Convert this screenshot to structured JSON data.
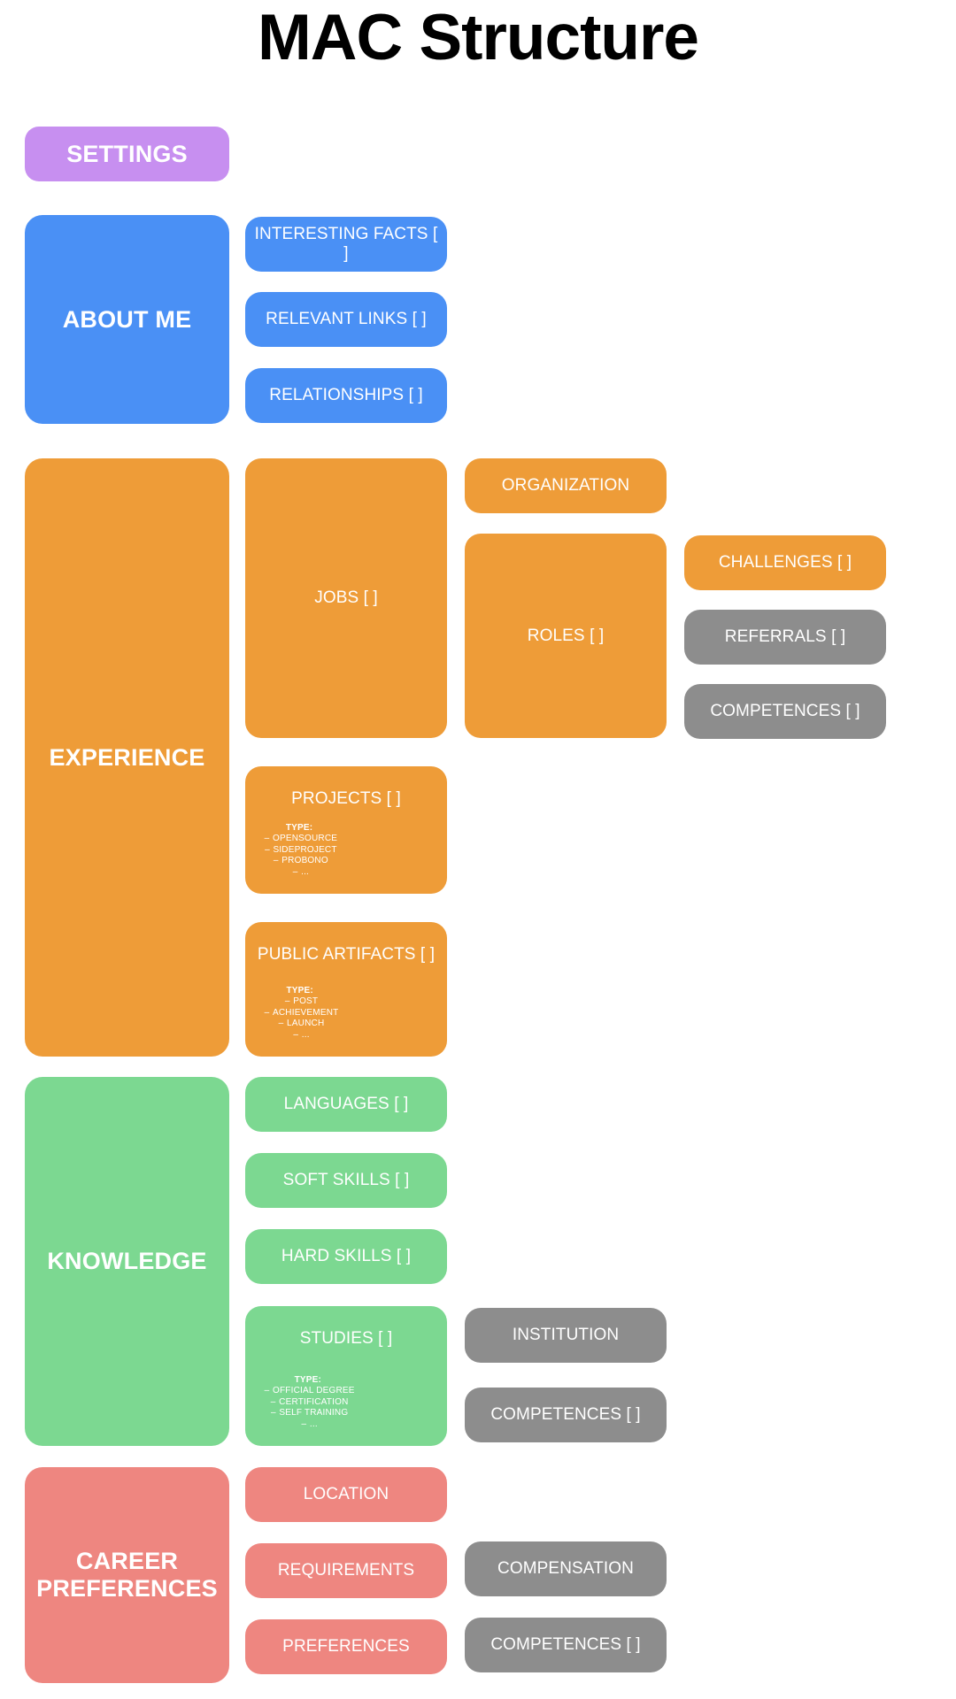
{
  "title": "MAC Structure",
  "colors": {
    "purple": "#c78ff0",
    "blue": "#4a90f5",
    "orange": "#ee9c38",
    "green": "#7cd891",
    "red": "#ee8680",
    "gray": "#8d8d8d",
    "background": "#ffffff",
    "title_text": "#000000",
    "node_text": "#ffffff"
  },
  "sections": {
    "settings": {
      "label": "SETTINGS"
    },
    "about_me": {
      "label": "ABOUT ME",
      "children": [
        {
          "label": "INTERESTING FACTS [ ]"
        },
        {
          "label": "RELEVANT LINKS [ ]"
        },
        {
          "label": "RELATIONSHIPS [ ]"
        }
      ]
    },
    "experience": {
      "label": "EXPERIENCE",
      "jobs": {
        "label": "JOBS [ ]"
      },
      "organization": {
        "label": "ORGANIZATION"
      },
      "roles": {
        "label": "ROLES [ ]"
      },
      "challenges": {
        "label": "CHALLENGES [ ]"
      },
      "referrals": {
        "label": "REFERRALS [ ]"
      },
      "competences": {
        "label": "COMPETENCES [ ]"
      },
      "projects": {
        "label": "PROJECTS [ ]",
        "type_heading": "TYPE:",
        "types": [
          "OPENSOURCE",
          "SIDEPROJECT",
          "PROBONO",
          "..."
        ]
      },
      "public_artifacts": {
        "label": "PUBLIC ARTIFACTS [ ]",
        "type_heading": "TYPE:",
        "types": [
          "POST",
          "ACHIEVEMENT",
          "LAUNCH",
          "..."
        ]
      }
    },
    "knowledge": {
      "label": "KNOWLEDGE",
      "languages": {
        "label": "LANGUAGES [ ]"
      },
      "soft_skills": {
        "label": "SOFT SKILLS [ ]"
      },
      "hard_skills": {
        "label": "HARD SKILLS [ ]"
      },
      "studies": {
        "label": "STUDIES [ ]",
        "type_heading": "TYPE:",
        "types": [
          "OFFICIAL DEGREE",
          "CERTIFICATION",
          "SELF TRAINING",
          "..."
        ]
      },
      "institution": {
        "label": "INSTITUTION"
      },
      "competences": {
        "label": "COMPETENCES [ ]"
      }
    },
    "career_preferences": {
      "label": "CAREER\nPREFERENCES",
      "label_line1": "CAREER",
      "label_line2": "PREFERENCES",
      "location": {
        "label": "LOCATION"
      },
      "requirements": {
        "label": "REQUIREMENTS"
      },
      "preferences": {
        "label": "PREFERENCES"
      },
      "compensation": {
        "label": "COMPENSATION"
      },
      "competences": {
        "label": "COMPETENCES [ ]"
      }
    }
  }
}
